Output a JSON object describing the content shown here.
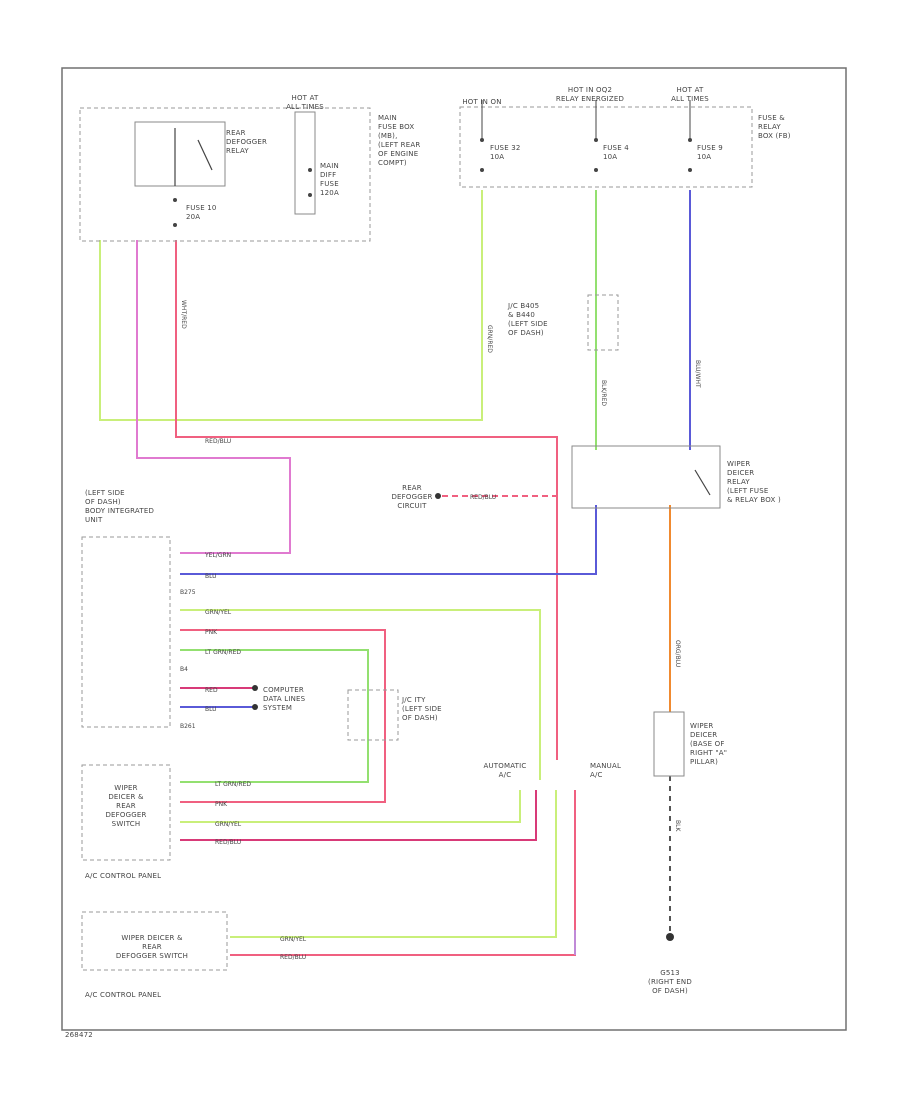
{
  "labels": {
    "hot_all_times_1": [
      "HOT AT",
      "ALL TIMES"
    ],
    "main_fuse_box": [
      "MAIN",
      "FUSE BOX",
      "(MB),",
      "(LEFT REAR",
      "OF ENGINE",
      "COMPT)"
    ],
    "rear_defogger_relay": [
      "REAR",
      "DEFOGGER",
      "RELAY"
    ],
    "fuse_10": [
      "FUSE 10",
      "20A"
    ],
    "main_diff_fuse": [
      "MAIN",
      "DIFF",
      "FUSE",
      "120A"
    ],
    "hot_in_on": [
      "HOT IN ON"
    ],
    "hot_relay_energized": [
      "HOT IN OQ2",
      "RELAY ENERGIZED"
    ],
    "hot_all_times_2": [
      "HOT AT",
      "ALL TIMES"
    ],
    "fuse_32": [
      "FUSE 32",
      "10A"
    ],
    "fuse_4": [
      "FUSE 4",
      "10A"
    ],
    "fuse_9": [
      "FUSE 9",
      "10A"
    ],
    "fuse_relay_box": [
      "FUSE &",
      "RELAY",
      "BOX (FB)"
    ],
    "jc_block": [
      "J/C B405",
      "& B440",
      "(LEFT SIDE",
      "OF DASH)"
    ],
    "wiper_deicer_relay": [
      "WIPER",
      "DEICER",
      "RELAY",
      "(LEFT FUSE",
      "& RELAY BOX )"
    ],
    "rear_defogger_circuit": [
      "REAR",
      "DEFOGGER",
      "CIRCUIT"
    ],
    "body_integrated_unit": [
      "(LEFT SIDE",
      "OF DASH)",
      "BODY INTEGRATED",
      "UNIT"
    ],
    "computer_data_lines": [
      "COMPUTER",
      "DATA LINES",
      "SYSTEM"
    ],
    "jc_ity": [
      "J/C ITY",
      "(LEFT SIDE",
      "OF DASH)"
    ],
    "wiper_deicer_switch": [
      "WIPER",
      "DEICER &",
      "REAR",
      "DEFOGGER",
      "SWITCH"
    ],
    "ac_control_panel_1": [
      "A/C CONTROL PANEL"
    ],
    "automatic": [
      "AUTOMATIC",
      "A/C"
    ],
    "manual": [
      "MANUAL",
      "A/C"
    ],
    "wiper_deicer_grid": [
      "WIPER",
      "DEICER",
      "(BASE OF",
      "RIGHT \"A\"",
      "PILLAR)"
    ],
    "wiper_deicer_rear_switch": [
      "WIPER DEICER &",
      "REAR",
      "DEFOGGER SWITCH"
    ],
    "ac_control_panel_2": [
      "A/C CONTROL PANEL"
    ],
    "ground": [
      "G513",
      "(RIGHT END",
      "OF DASH)"
    ],
    "diagram_id": [
      "268472"
    ]
  },
  "wires": {
    "grn_yel": "GRN/YEL",
    "yel_grn": "YEL/GRN",
    "red_blu": "RED/BLU",
    "blu": "BLU",
    "pnk": "PNK",
    "lt_grn_red": "LT GRN/RED",
    "red": "RED",
    "blu_2": "BLU",
    "grn_red": "GRN/RED",
    "blk_red": "BLK/RED",
    "blu_wht": "BLU/WHT",
    "org_blu": "ORG/BLU",
    "blk": "BLK",
    "wht_red": "WHT/RED"
  },
  "connectors": {
    "b275": "B275",
    "b4": "B4",
    "b261": "B261"
  },
  "colors": {
    "yellow_green": "#c9ef7a",
    "pink": "#e07ad0",
    "red": "#f06080",
    "green": "#93e070",
    "blue": "#5a5ad8",
    "orange": "#f08a30",
    "magenta_red": "#d83a78",
    "lavender": "#c08ad8",
    "black": "#444444"
  }
}
